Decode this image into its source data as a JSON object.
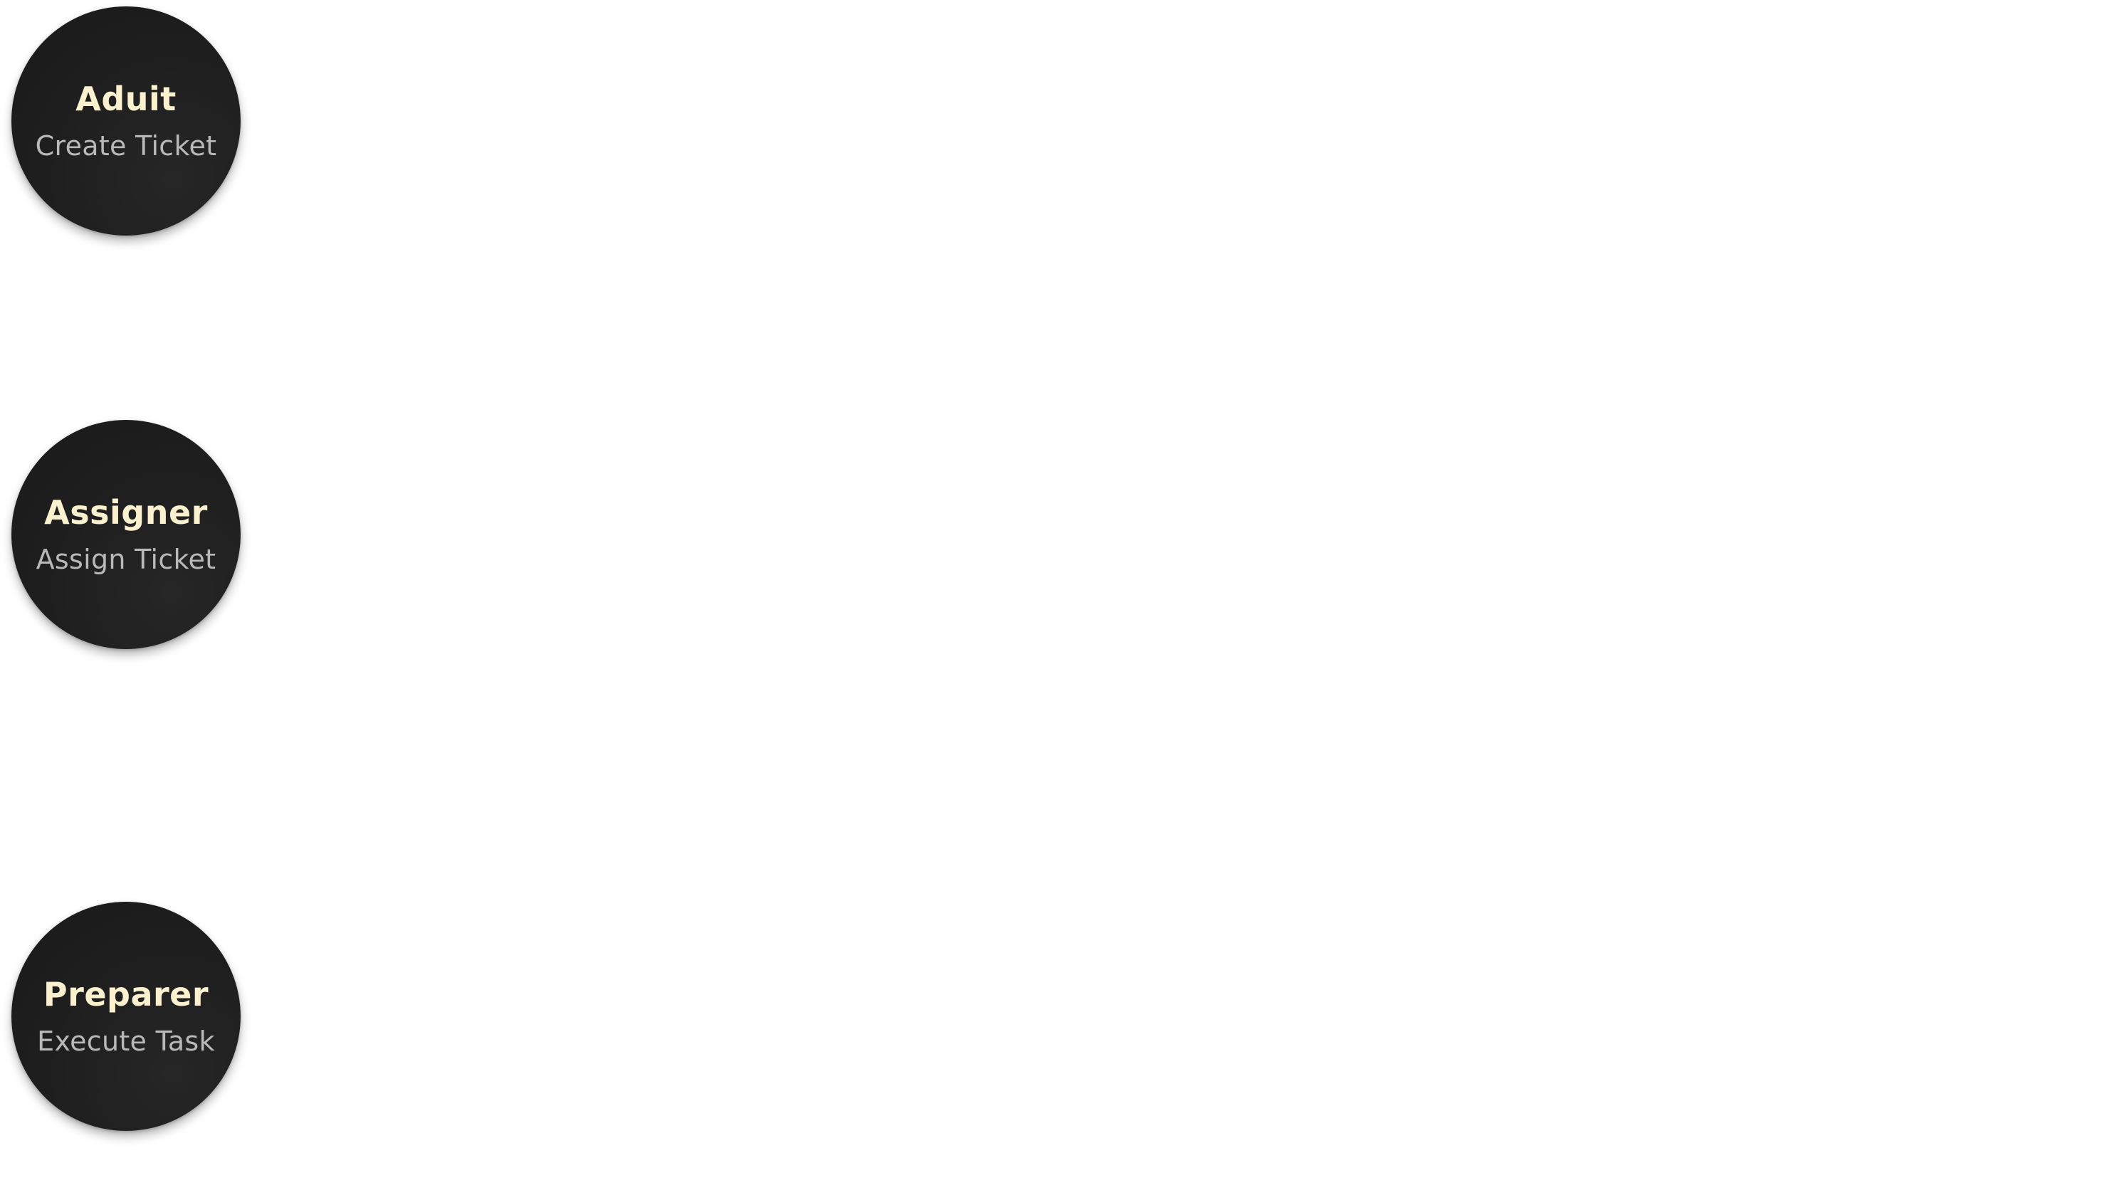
{
  "colors": {
    "background": "#ffffff",
    "node_fill": "#1e1e1e",
    "title_text": "#fbf1cf",
    "action_text": "#b9b9b9"
  },
  "nodes": [
    {
      "title": "Aduit",
      "action": "Create Ticket"
    },
    {
      "title": "Assigner",
      "action": "Assign Ticket"
    },
    {
      "title": "Preparer",
      "action": "Execute Task"
    }
  ]
}
